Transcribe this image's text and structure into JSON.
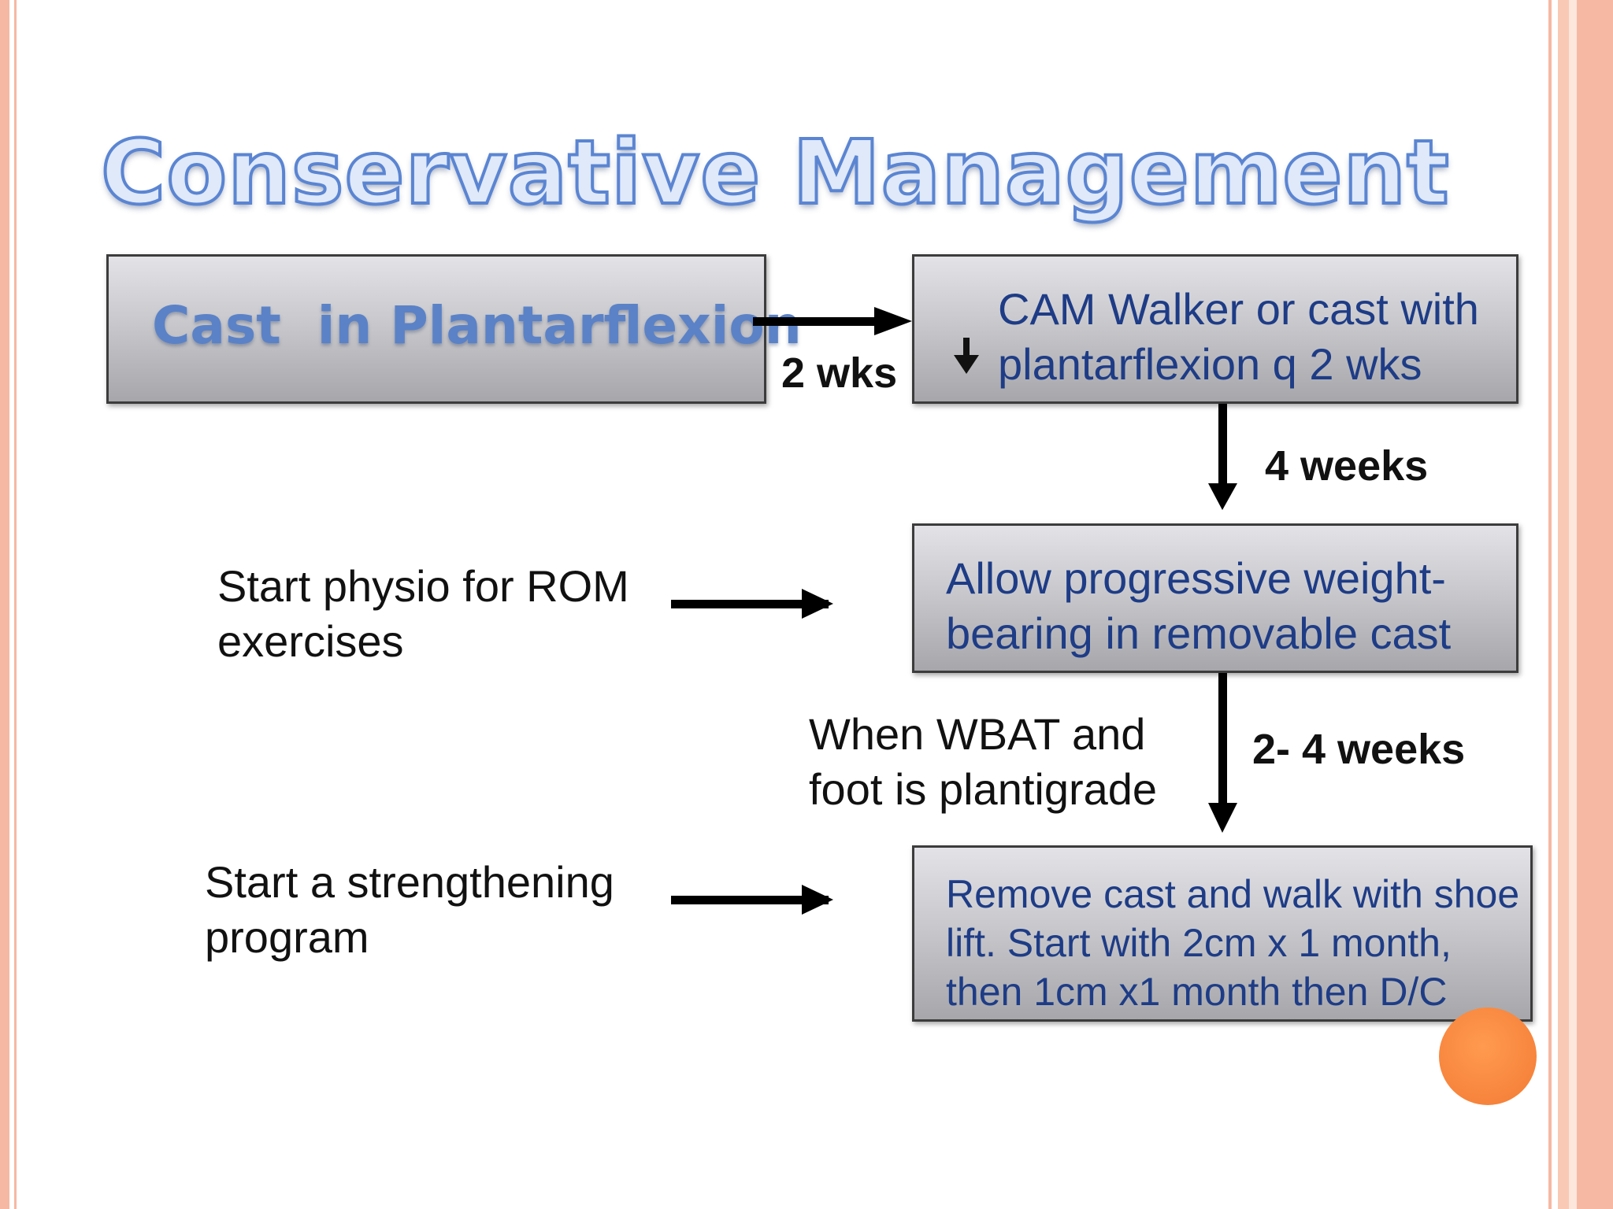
{
  "title": "Conservative Management",
  "boxes": {
    "cast": {
      "label": "Cast  in Plantarflexion"
    },
    "cam_walker": {
      "lines": [
        "CAM Walker or cast with",
        "plantarflexion q 2 wks"
      ],
      "icon": "down-arrow-icon"
    },
    "weight_bearing": {
      "lines": [
        "Allow progressive weight-",
        "bearing in removable cast"
      ]
    },
    "remove_cast": {
      "lines": [
        "Remove cast and walk with shoe",
        "lift. Start with 2cm x 1  month,",
        "then 1cm x1 month then D/C"
      ]
    }
  },
  "interval_labels": {
    "two_wks": "2 wks",
    "four_weeks": "4 weeks",
    "two_to_four_weeks": "2- 4 weeks"
  },
  "side_notes": {
    "physio": [
      "Start physio for ROM",
      "exercises"
    ],
    "condition": [
      "When WBAT and",
      "foot is plantigrade"
    ],
    "strengthening": [
      "Start a strengthening",
      "program"
    ]
  },
  "colors": {
    "title_fill": "#dfe9fa",
    "title_outline": "#5b85d2",
    "box_text": "#1e3c86",
    "accent_frame": "#f6b8a3",
    "dot": "#f7843c"
  }
}
